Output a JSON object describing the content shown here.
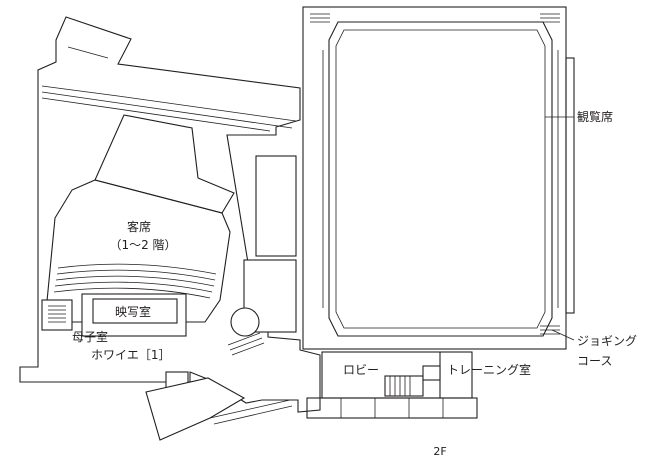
{
  "floor": "2F",
  "labels": {
    "audience_seats": "客席",
    "audience_floors": "（1〜2 階）",
    "projection_room": "映写室",
    "nursing_room": "母子室",
    "foyer": "ホワイエ［1］",
    "spectator_seats": "観覧席",
    "jogging_1": "ジョギング",
    "jogging_2": "コース",
    "lobby": "ロビー",
    "training_room": "トレーニング室"
  }
}
